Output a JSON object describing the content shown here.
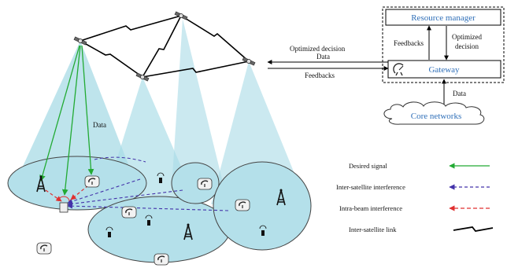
{
  "control": {
    "resource_manager": "Resource manager",
    "gateway": "Gateway",
    "core_networks": "Core networks",
    "feedbacks_inner": "Feedbacks",
    "optimized_line1": "Optimized",
    "optimized_line2": "decision",
    "data_core": "Data"
  },
  "links": {
    "optimized_decision": "Optimized decision",
    "data": "Data",
    "feedbacks": "Feedbacks"
  },
  "beam_data_label": "Data",
  "legend": [
    {
      "label": "Desired signal",
      "color": "#22aa33",
      "style": "solid-arrow"
    },
    {
      "label": "Inter-satellite interference",
      "color": "#4433aa",
      "style": "dashed-arrow"
    },
    {
      "label": "Intra-beam interference",
      "color": "#e03030",
      "style": "dashed-arrow"
    },
    {
      "label": "Inter-satellite link",
      "color": "#000000",
      "style": "zigzag"
    }
  ],
  "colors": {
    "beam": "#a8dbe6",
    "cell": "#b4e0ea",
    "accent_blue": "#2f6fb8"
  }
}
